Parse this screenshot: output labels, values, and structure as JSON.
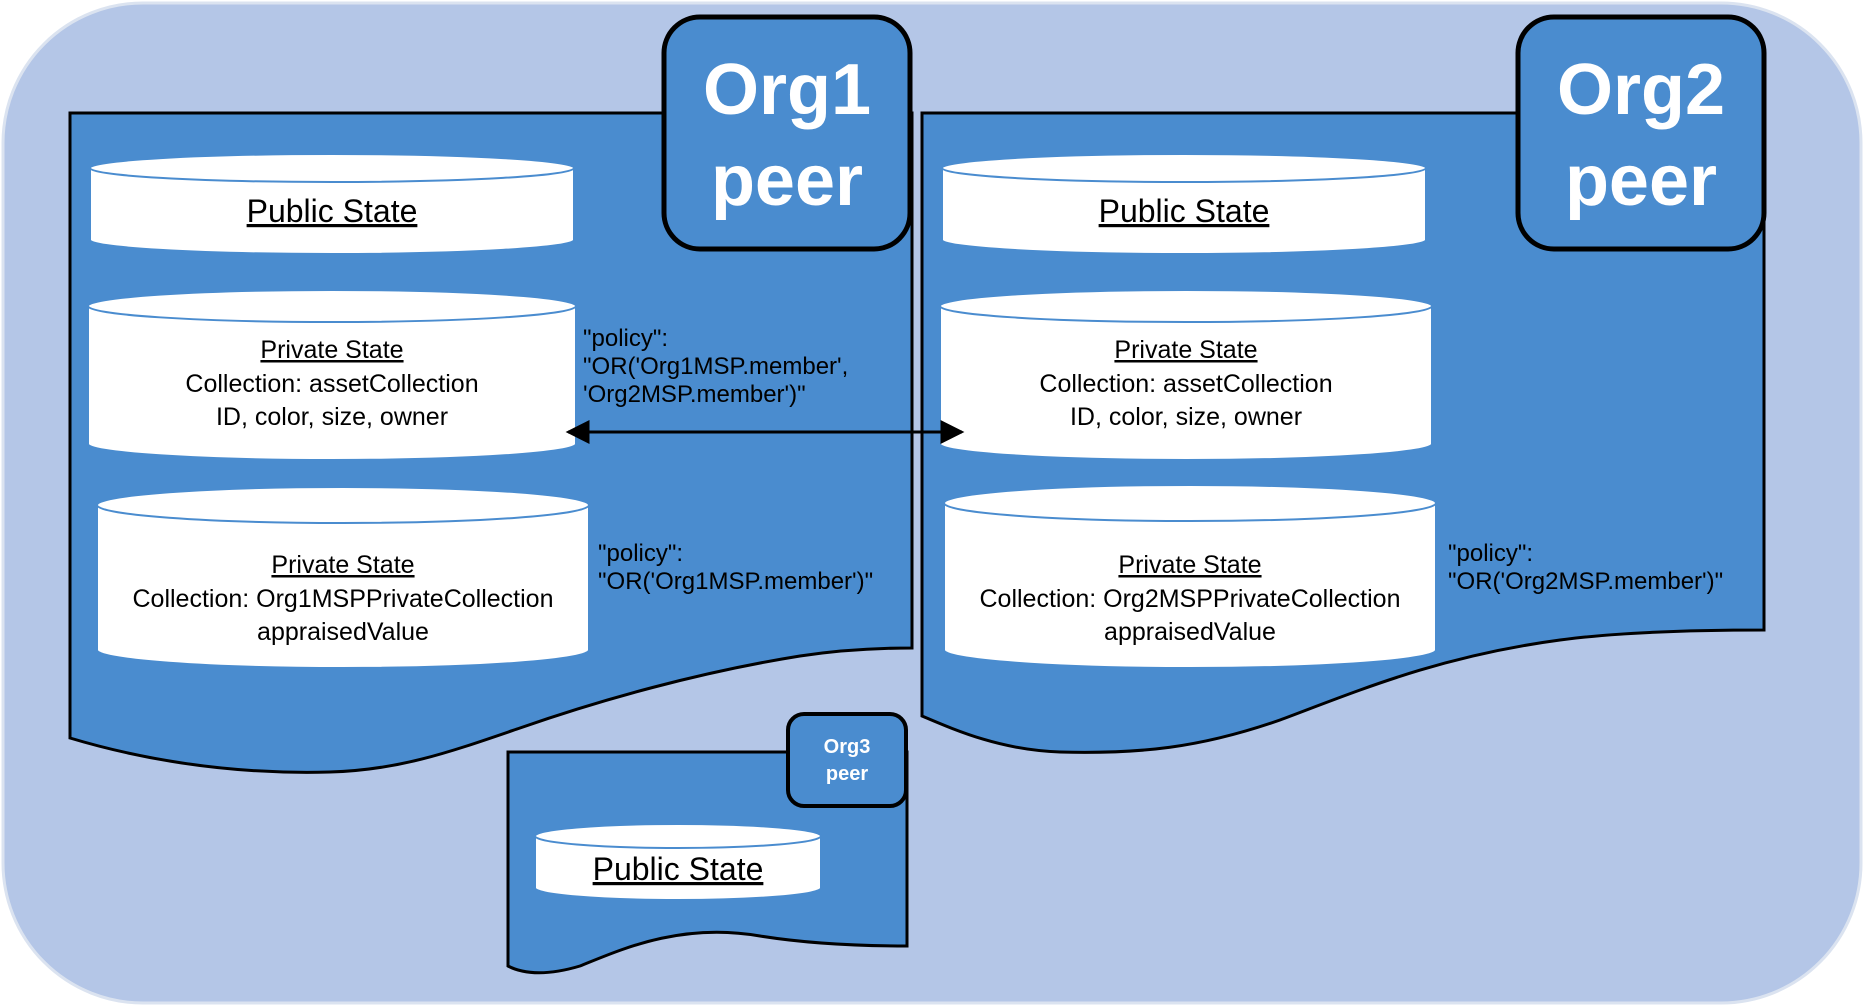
{
  "org1": {
    "badge": [
      "Org1",
      "peer"
    ],
    "public_state": "Public State",
    "private_state_shared": {
      "title": "Private State",
      "collection": "Collection: assetCollection",
      "fields": "ID, color, size, owner"
    },
    "private_state_own": {
      "title": "Private State",
      "collection": "Collection: Org1MSPPrivateCollection",
      "fields": "appraisedValue"
    },
    "policy_shared": [
      "\"policy\":",
      "\"OR('Org1MSP.member',",
      "'Org2MSP.member')\""
    ],
    "policy_own": [
      "\"policy\":",
      "\"OR('Org1MSP.member')\""
    ]
  },
  "org2": {
    "badge": [
      "Org2",
      "peer"
    ],
    "public_state": "Public State",
    "private_state_shared": {
      "title": "Private State",
      "collection": "Collection: assetCollection",
      "fields": "ID, color, size, owner"
    },
    "private_state_own": {
      "title": "Private State",
      "collection": "Collection: Org2MSPPrivateCollection",
      "fields": "appraisedValue"
    },
    "policy_own": [
      "\"policy\":",
      "\"OR('Org2MSP.member')\""
    ]
  },
  "org3": {
    "badge": [
      "Org3",
      "peer"
    ],
    "public_state": "Public State"
  },
  "colors": {
    "background": "#b4c6e7",
    "peer_fill": "#4a8ccf",
    "outline": "#000000",
    "cylinder_fill": "#ffffff"
  }
}
